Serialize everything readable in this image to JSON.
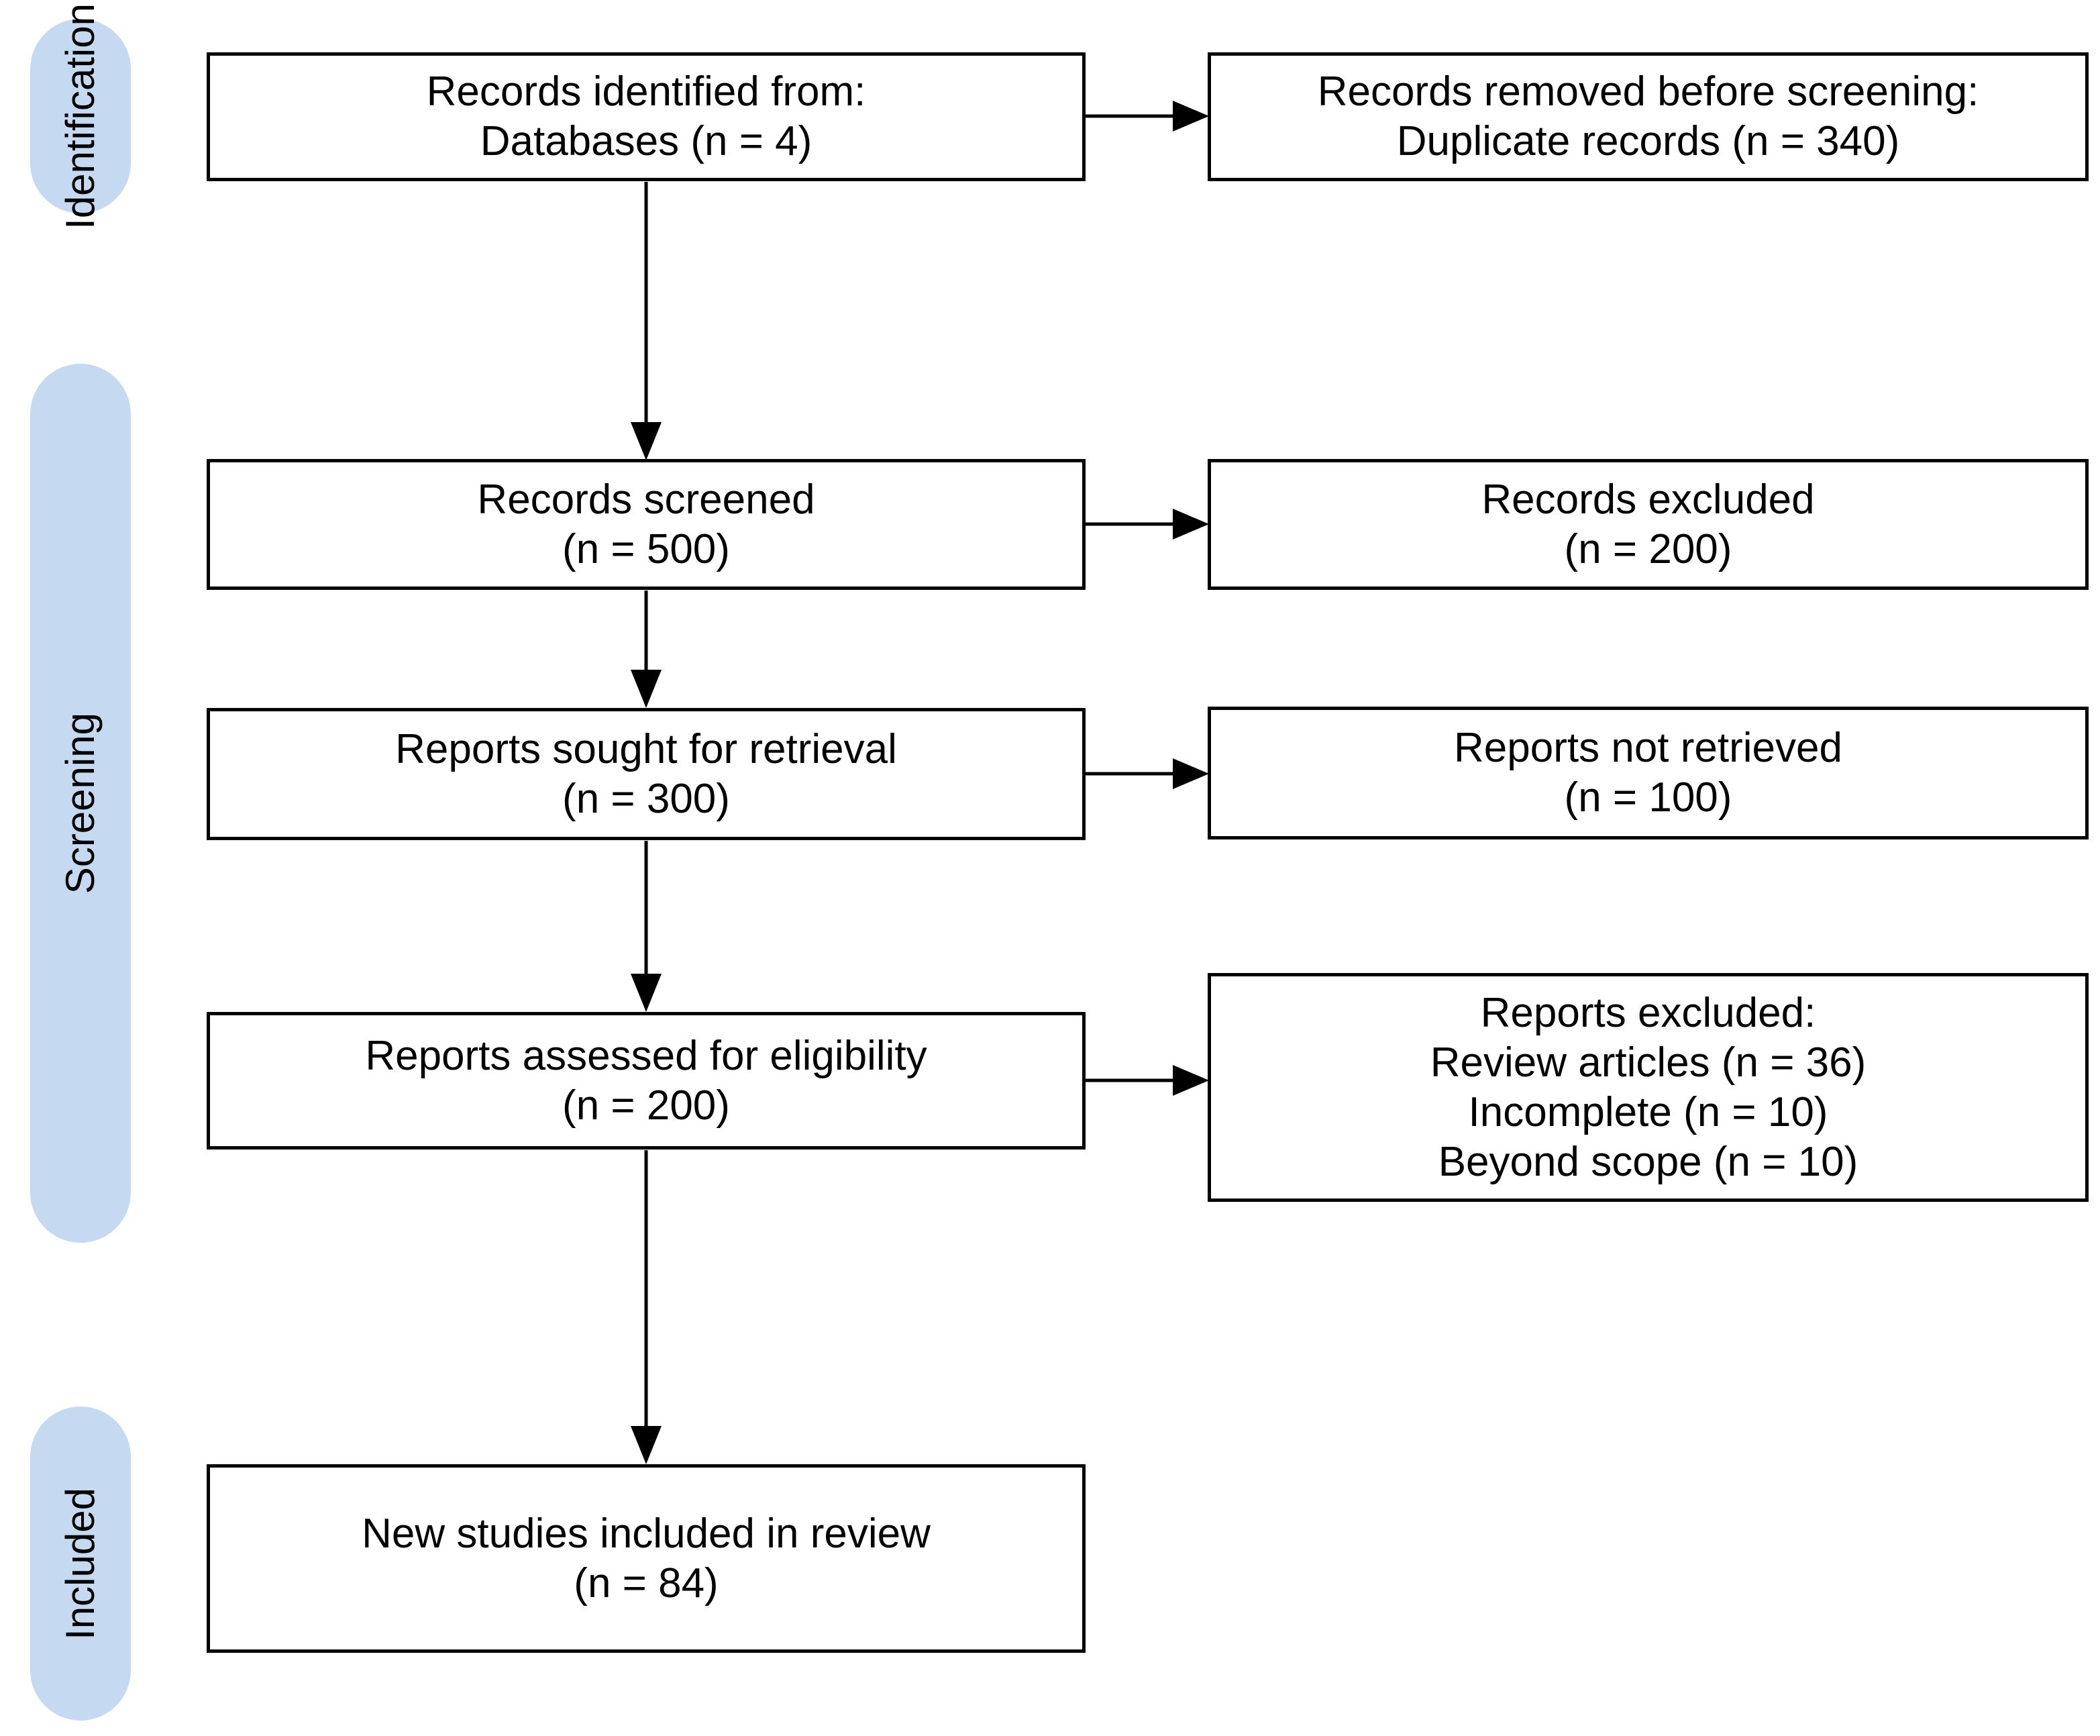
{
  "stages": [
    {
      "label": "Identification"
    },
    {
      "label": "Screening"
    },
    {
      "label": "Included"
    }
  ],
  "boxes": {
    "records_identified": {
      "lines": [
        "Records identified from:",
        "Databases (n = 4)"
      ]
    },
    "records_removed": {
      "lines": [
        "Records removed before screening:",
        "Duplicate records (n = 340)"
      ]
    },
    "records_screened": {
      "lines": [
        "Records screened",
        "(n = 500)"
      ]
    },
    "records_excluded": {
      "lines": [
        "Records excluded",
        "(n = 200)"
      ]
    },
    "reports_sought": {
      "lines": [
        "Reports sought for retrieval",
        "(n = 300)"
      ]
    },
    "reports_not_retrieved": {
      "lines": [
        "Reports not retrieved",
        "(n = 100)"
      ]
    },
    "reports_assessed": {
      "lines": [
        "Reports assessed for eligibility",
        "(n = 200)"
      ]
    },
    "reports_excluded": {
      "lines": [
        "Reports excluded:",
        "Review articles (n = 36)",
        "Incomplete (n = 10)",
        "Beyond scope (n = 10)"
      ]
    },
    "new_studies_included": {
      "lines": [
        "New studies included in review",
        "(n = 84)"
      ]
    }
  },
  "colors": {
    "stage_fill": "#c5d9f1",
    "box_fill": "#ffffff",
    "box_border": "#000000",
    "arrow": "#000000",
    "text": "#000000",
    "background": "#ffffff"
  }
}
